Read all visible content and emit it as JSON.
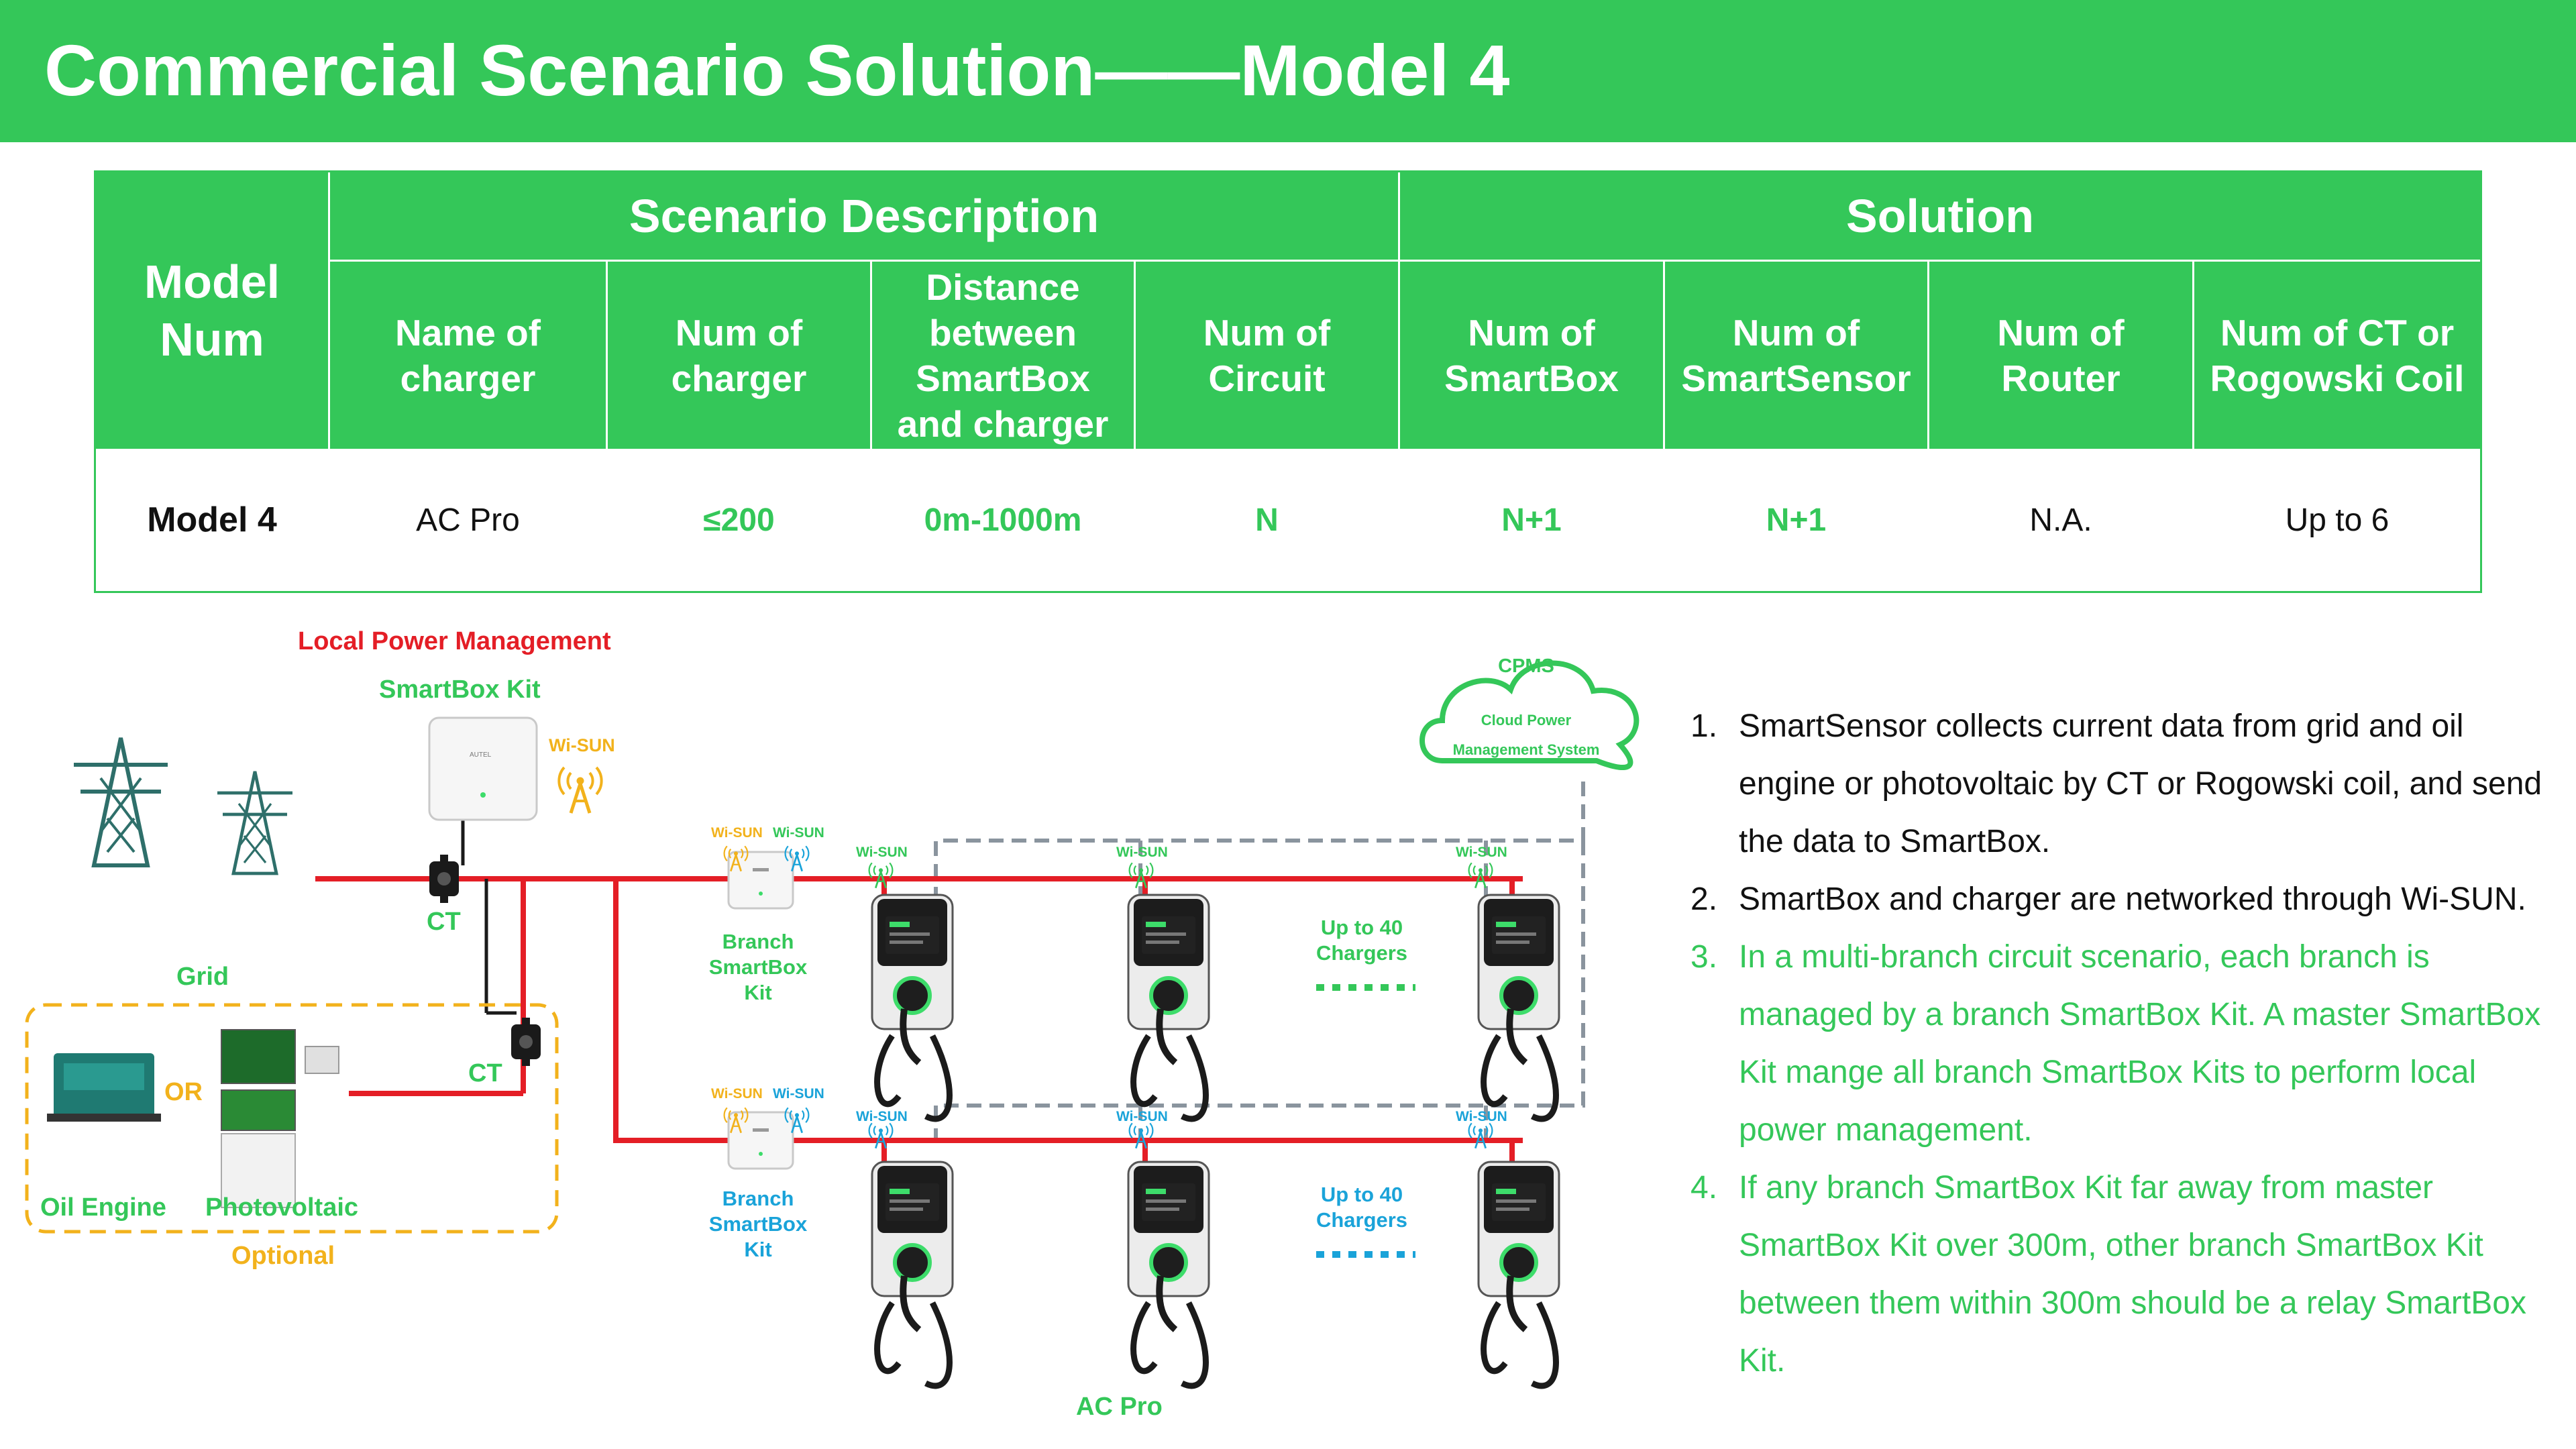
{
  "header": {
    "title": "Commercial Scenario Solution——Model 4"
  },
  "table": {
    "model_num_header": "Model Num",
    "scenario_header": "Scenario Description",
    "solution_header": "Solution",
    "columns": [
      "Name of charger",
      "Num of charger",
      "Distance between SmartBox and charger",
      "Num of Circuit",
      "Num of SmartBox",
      "Num of SmartSensor",
      "Num of Router",
      "Num of CT or Rogowski Coil"
    ],
    "row": {
      "model": "Model 4",
      "values": [
        "AC Pro",
        "≤200",
        "0m-1000m",
        "N",
        "N+1",
        "N+1",
        "N.A.",
        "Up to 6"
      ]
    }
  },
  "diagram": {
    "local_power_management": "Local Power Management",
    "smartbox_kit": "SmartBox Kit",
    "wisun": "Wi-SUN",
    "ct": "CT",
    "grid": "Grid",
    "or": "OR",
    "oil_engine": "Oil Engine",
    "photovoltaic": "Photovoltaic",
    "optional": "Optional",
    "branch_smartbox_kit": "Branch SmartBox Kit",
    "cpms": "CPMS",
    "cloud_power_management_system": "Cloud Power Management System",
    "up_to_40_chargers": "Up to 40 Chargers",
    "ac_pro": "AC Pro",
    "device_brand": "AUTEL"
  },
  "notes": [
    {
      "num": "1.",
      "text": "SmartSensor collects current data from grid and oil engine or photovoltaic by CT or Rogowski coil, and send the data to SmartBox."
    },
    {
      "num": "2.",
      "text": "SmartBox and charger are networked through Wi-SUN."
    },
    {
      "num": "3.",
      "text": "In a multi-branch circuit scenario, each branch is managed by a branch SmartBox Kit. A master SmartBox Kit mange all branch SmartBox Kits to perform local power management."
    },
    {
      "num": "4.",
      "text": "If any branch SmartBox Kit far away from master SmartBox Kit over 300m, other branch SmartBox Kit between them within 300m should be a relay SmartBox Kit."
    }
  ],
  "colors": {
    "brand_green": "#34c759",
    "power_red": "#e41e26",
    "wisun_yellow": "#f2b21c",
    "wisun_blue": "#1aa3d9",
    "network_gray": "#8a949e",
    "tower_teal": "#2e6f6a"
  }
}
